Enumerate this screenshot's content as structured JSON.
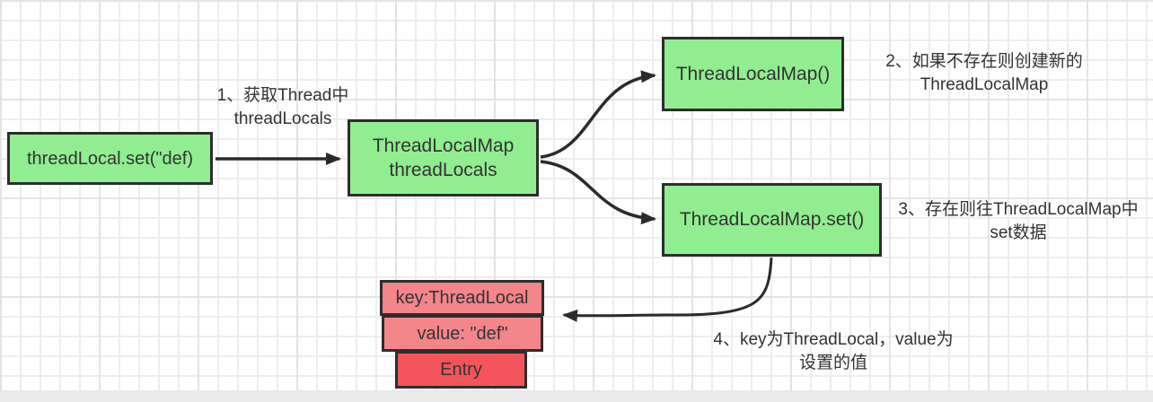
{
  "diagram": {
    "title": "ThreadLocal set flow diagram",
    "nodes": {
      "thread_local_set": {
        "label": "threadLocal.set(\"def)"
      },
      "thread_local_map_threadlocals": {
        "label": "ThreadLocalMap\nthreadLocals"
      },
      "thread_local_map_ctor": {
        "label": "ThreadLocalMap()"
      },
      "thread_local_map_set": {
        "label": "ThreadLocalMap.set()"
      },
      "entry_key": {
        "label": "key:ThreadLocal"
      },
      "entry_value": {
        "label": "value: \"def\""
      },
      "entry": {
        "label": "Entry"
      }
    },
    "annotations": {
      "step1": "1、获取Thread中\nthreadLocals",
      "step2": "2、如果不存在则创建新的\nThreadLocalMap",
      "step3": "3、存在则往ThreadLocalMap中\nset数据",
      "step4": "4、key为ThreadLocal，value为\n设置的值"
    },
    "colors": {
      "node_green": "#90ee90",
      "node_pink": "#f48589",
      "node_red": "#f4555c",
      "border": "#2d2d2d",
      "arrow": "#2b2b2b",
      "text": "#333333",
      "grid_line": "#ededed",
      "grid_major": "#e4e4e4"
    }
  }
}
